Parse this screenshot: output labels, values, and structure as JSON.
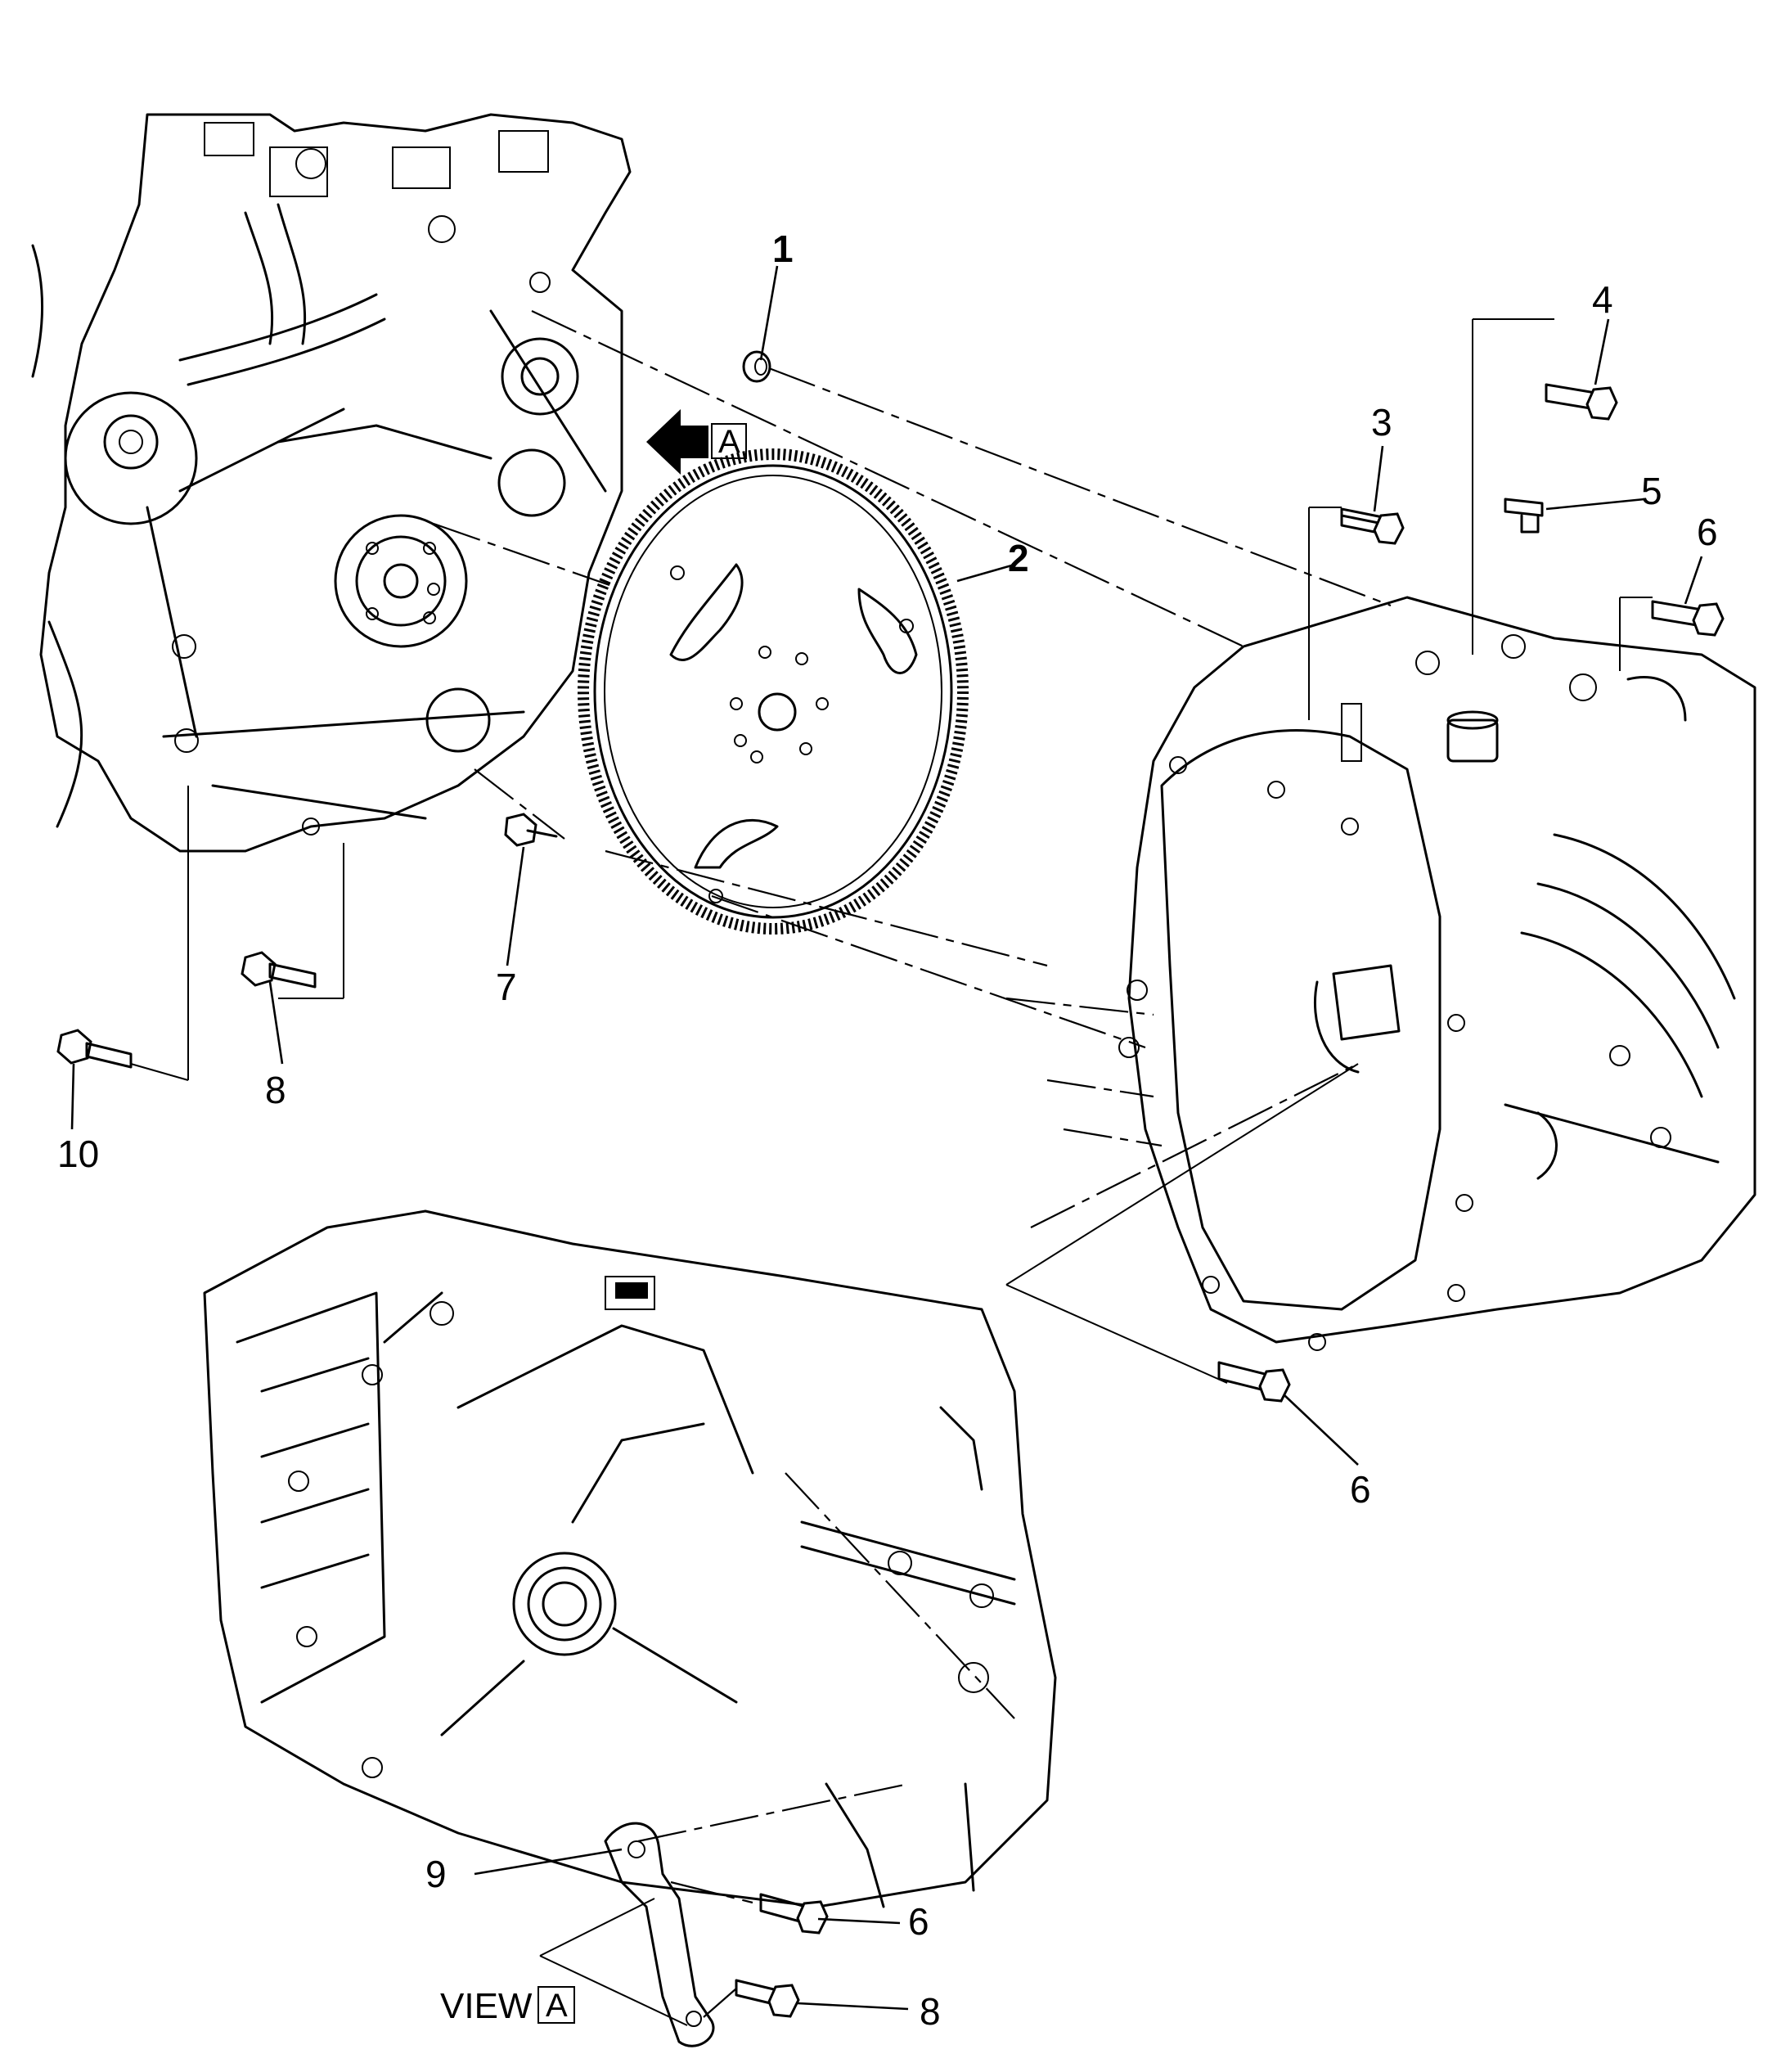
{
  "callouts": {
    "c1": "1",
    "c2": "2",
    "c3": "3",
    "c4": "4",
    "c5": "5",
    "c6a": "6",
    "c6b": "6",
    "c6c": "6",
    "c7": "7",
    "c8a": "8",
    "c8b": "8",
    "c9": "9",
    "c10": "10"
  },
  "view_marker": {
    "arrow_letter": "A",
    "view_word": "VIEW",
    "view_letter": "A"
  }
}
